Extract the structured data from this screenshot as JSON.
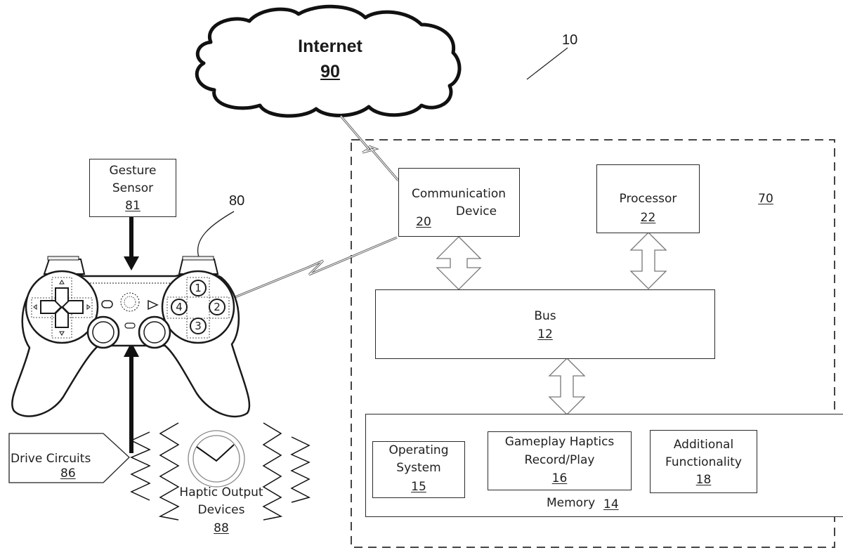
{
  "figure": {
    "system_ref": "10",
    "host_ref": "70",
    "controller_ref": "80"
  },
  "internet": {
    "label": "Internet",
    "ref": "90"
  },
  "communication_device": {
    "label_line1": "Communication",
    "label_line2": "Device",
    "ref": "20"
  },
  "processor": {
    "label": "Processor",
    "ref": "22"
  },
  "bus": {
    "label": "Bus",
    "ref": "12"
  },
  "memory": {
    "label": "Memory",
    "ref": "14",
    "modules": [
      {
        "line1": "Operating",
        "line2": "System",
        "ref": "15"
      },
      {
        "line1": "Gameplay Haptics",
        "line2": "Record/Play",
        "ref": "16"
      },
      {
        "line1": "Additional",
        "line2": "Functionality",
        "ref": "18"
      }
    ]
  },
  "gesture_sensor": {
    "label_line1": "Gesture",
    "label_line2": "Sensor",
    "ref": "81"
  },
  "controller": {
    "face_buttons": [
      "1",
      "2",
      "3",
      "4"
    ]
  },
  "drive_circuits": {
    "label": "Drive Circuits",
    "ref": "86"
  },
  "haptic_output": {
    "label_line1": "Haptic Output",
    "label_line2": "Devices",
    "ref": "88"
  }
}
